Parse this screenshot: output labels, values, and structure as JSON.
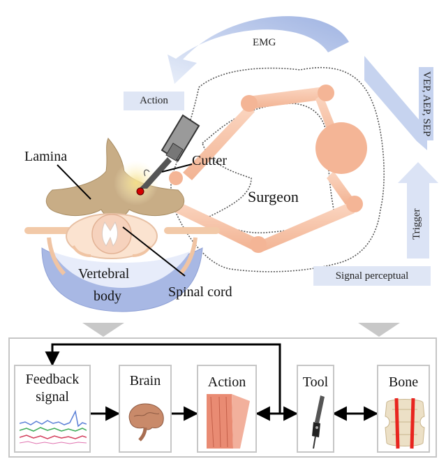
{
  "top_labels": {
    "emg": "EMG",
    "action": "Action",
    "vep": "VEP, AEP, SEP",
    "trigger": "Trigger",
    "signal_perceptual": "Signal perceptual",
    "lamina": "Lamina",
    "cutter": "Cutter",
    "surgeon": "Surgeon",
    "vertebral_body_line1": "Vertebral",
    "vertebral_body_line2": "body",
    "spinal_cord": "Spinal cord"
  },
  "flow": {
    "boxes": [
      {
        "line1": "Feedback",
        "line2": "signal",
        "icon": "signal-chart-icon"
      },
      {
        "line1": "Brain",
        "icon": "brain-icon"
      },
      {
        "line1": "Action",
        "icon": "arm-muscle-icon"
      },
      {
        "line1": "Tool",
        "icon": "drill-tool-icon"
      },
      {
        "line1": "Bone",
        "icon": "vertebra-bone-icon"
      }
    ]
  },
  "colors": {
    "arrow_blue": "#b9c9ea",
    "tag_bg": "#dfe6f5",
    "arm_peach": "#f6bfa0",
    "lamina_brown": "#c9ad82",
    "body_blue": "#9fb0e0",
    "bone_red": "#e8251f",
    "gray_arrow": "#c8c8c8"
  }
}
